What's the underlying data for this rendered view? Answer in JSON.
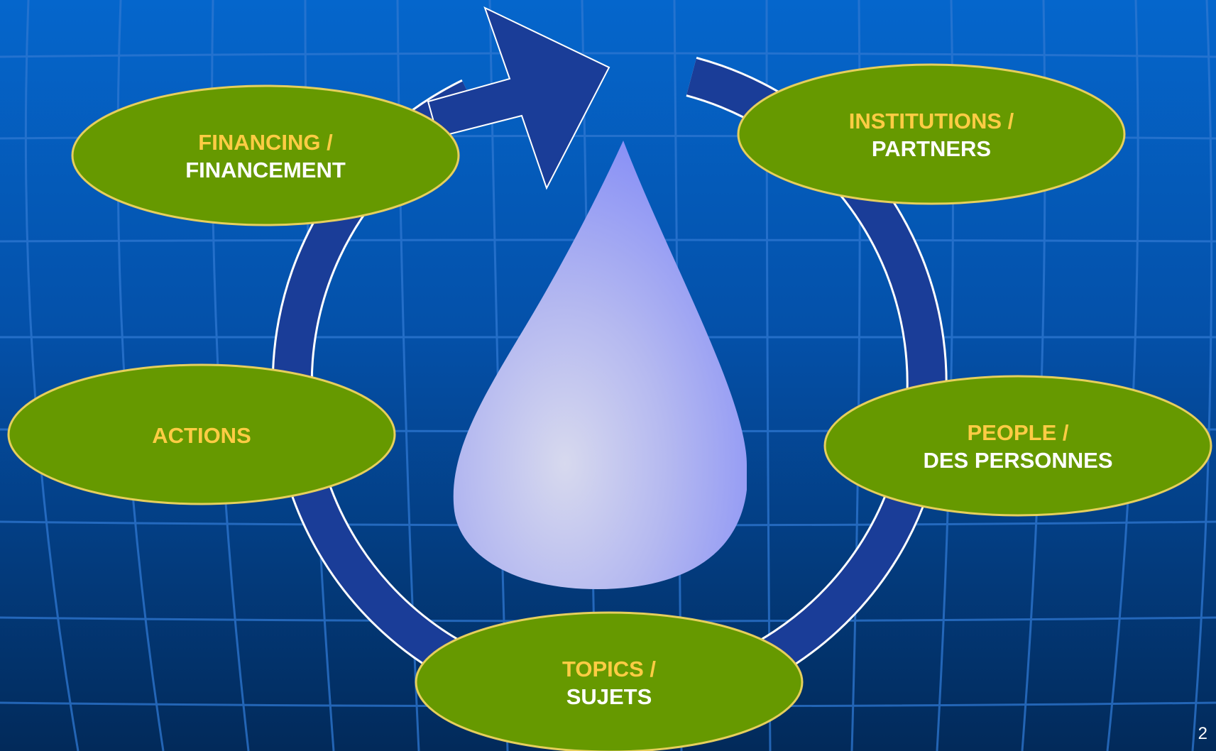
{
  "slide": {
    "page_number": "2",
    "colors": {
      "background_top": "#0463c8",
      "background_bottom": "#022a5c",
      "grid_line": "#3a7fd6",
      "ring": "#1b3f9a",
      "node_fill": "#669900",
      "node_border": "#e8d060",
      "label_en": "#ffcc44",
      "label_fr": "#ffffff",
      "drop_light": "#d6d8ee",
      "drop_dark": "#8a92f4"
    },
    "center_icon": "water-drop-icon",
    "nodes": [
      {
        "id": "financing",
        "en": "FINANCING /",
        "fr": "FINANCEMENT"
      },
      {
        "id": "institutions",
        "en": "INSTITUTIONS /",
        "fr": "PARTNERS"
      },
      {
        "id": "actions",
        "en": "ACTIONS",
        "fr": ""
      },
      {
        "id": "people",
        "en": "PEOPLE /",
        "fr": "DES PERSONNES"
      },
      {
        "id": "topics",
        "en": "TOPICS /",
        "fr": "SUJETS"
      }
    ]
  }
}
